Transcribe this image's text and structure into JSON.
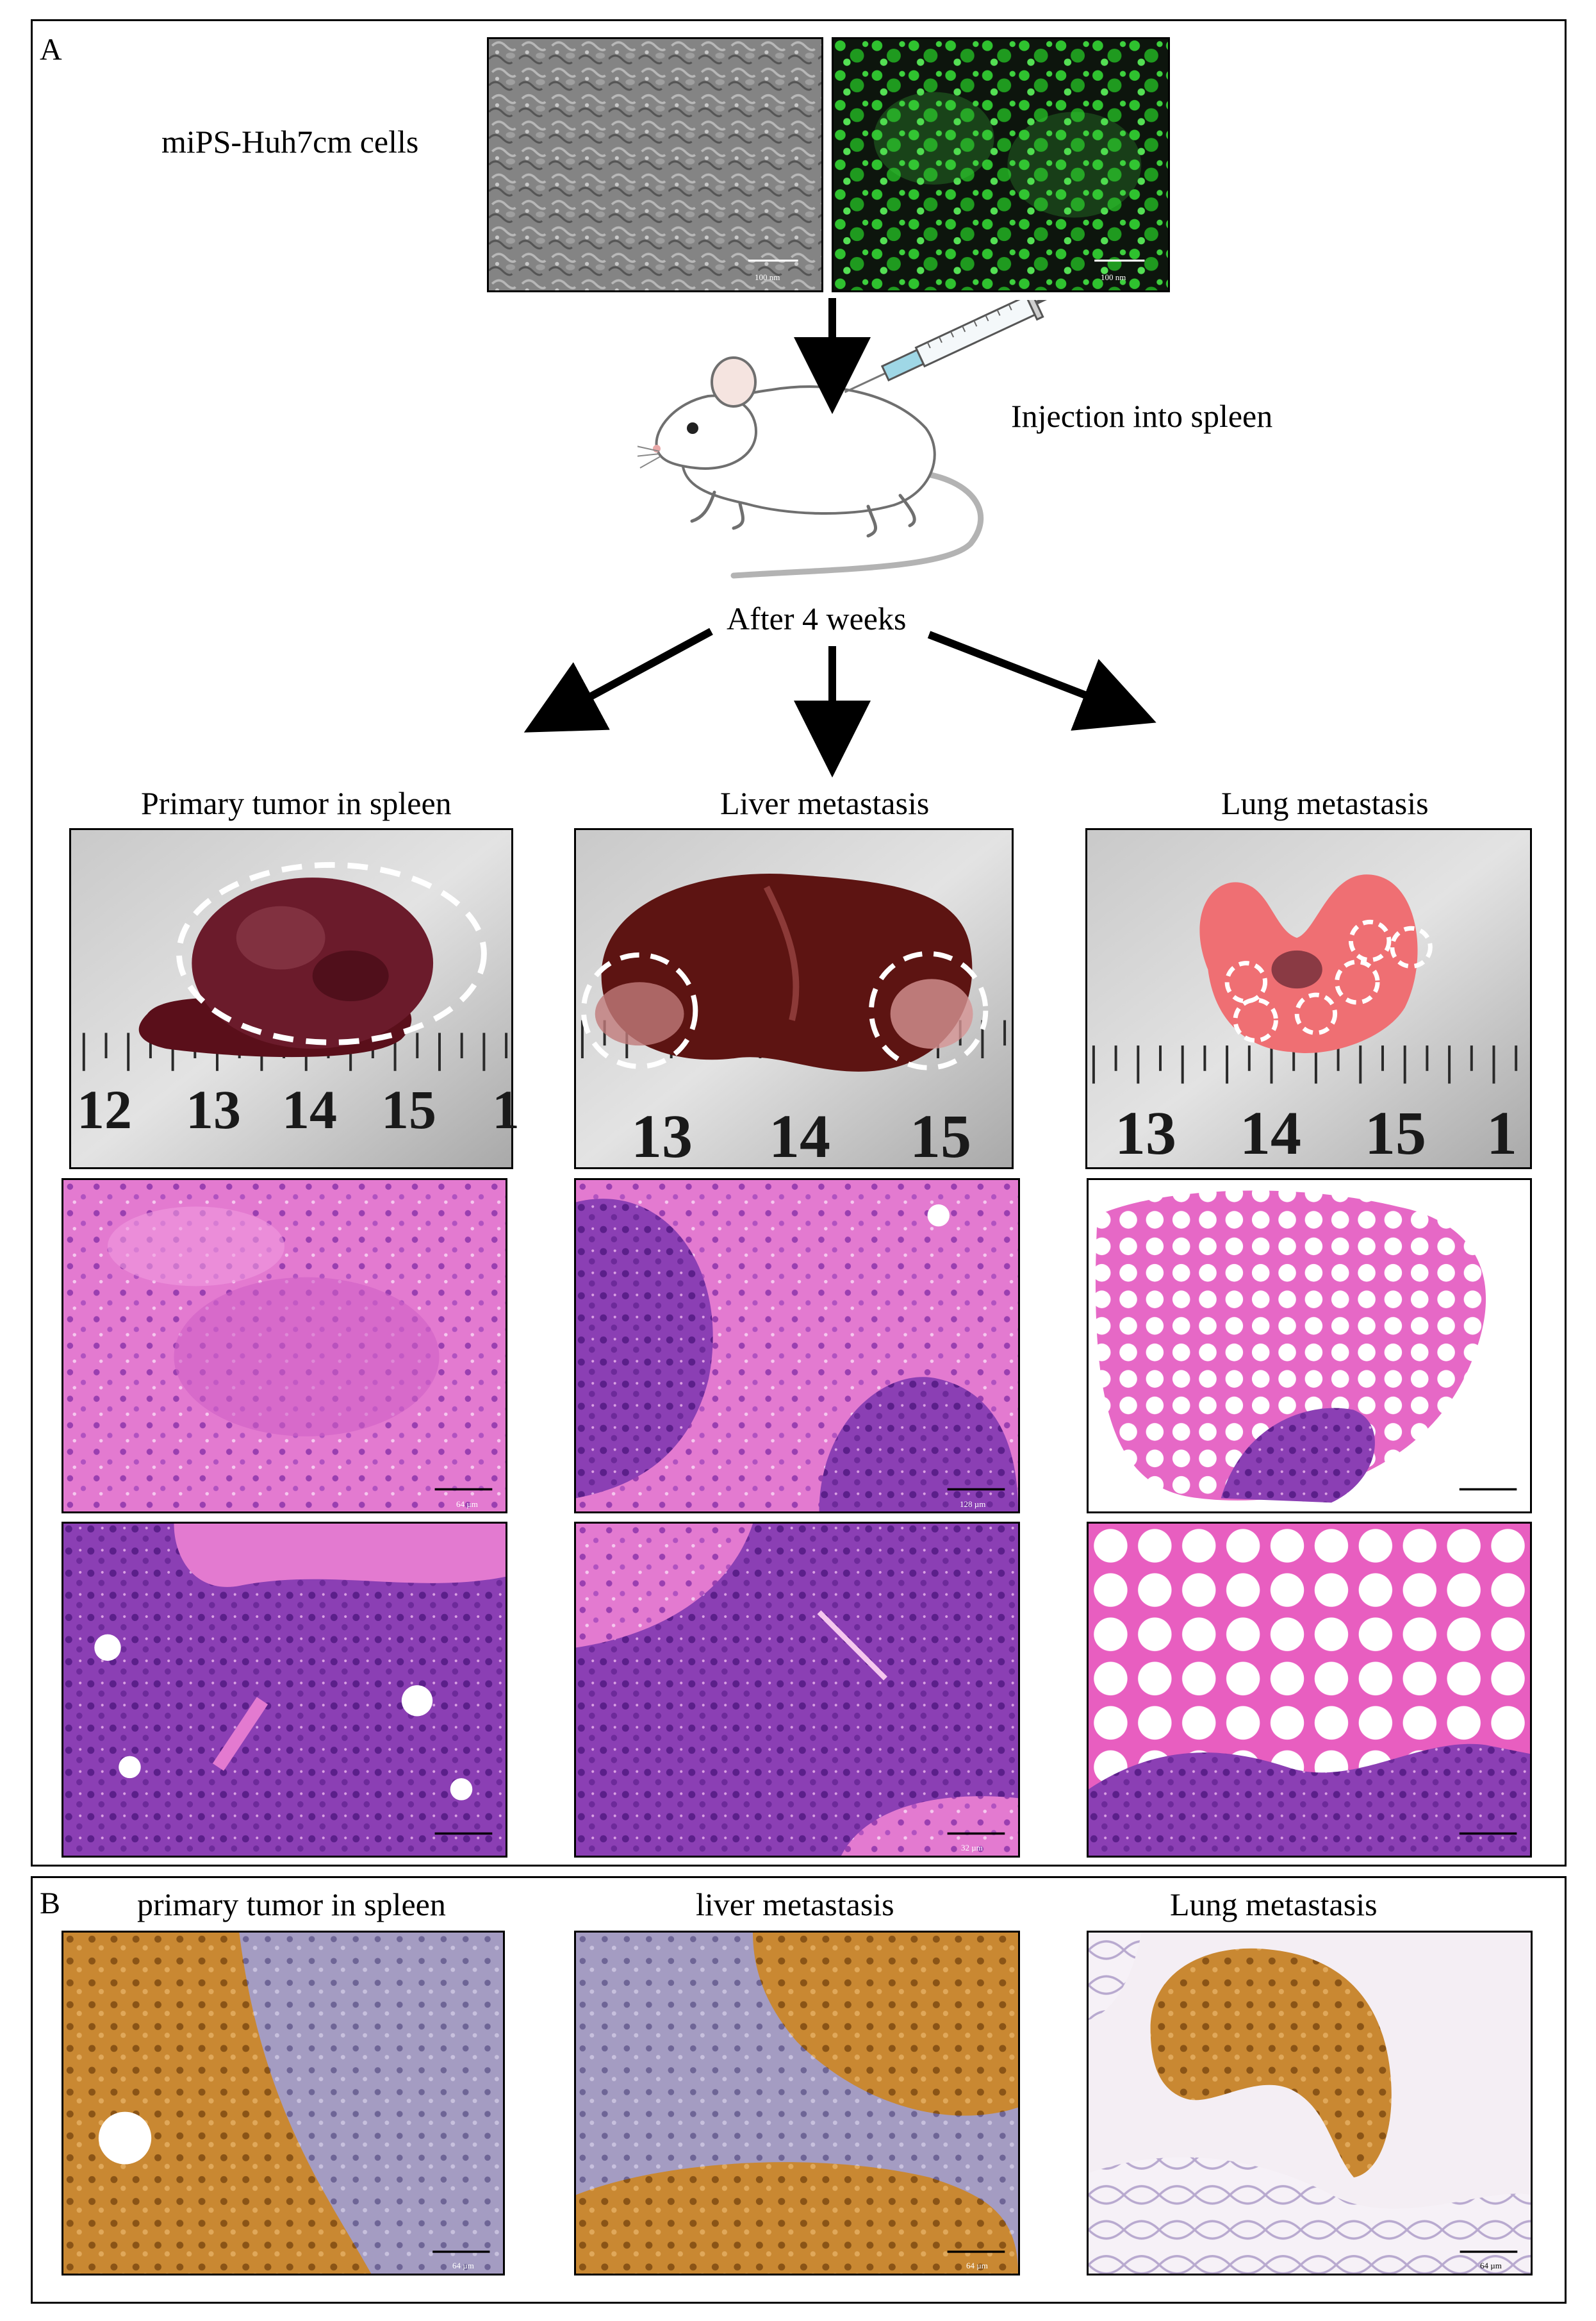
{
  "section_a": {
    "letter": "A",
    "cells_label": "miPS-Huh7cm cells",
    "scale_label_phase": "100 nm",
    "scale_label_fluorescence": "100 nm",
    "injection_label": "Injection into spleen",
    "timepoint_label": "After 4 weeks",
    "columns": [
      {
        "title": "Primary tumor in spleen",
        "ruler_numbers": [
          "12",
          "13",
          "14",
          "15",
          "1"
        ],
        "he_low_scale": "64 µm",
        "he_high_scale": ""
      },
      {
        "title": "Liver metastasis",
        "ruler_numbers": [
          "13",
          "14",
          "15"
        ],
        "he_low_scale": "128 µm",
        "he_high_scale": "32 µm"
      },
      {
        "title": "Lung metastasis",
        "ruler_numbers": [
          "13",
          "14",
          "15",
          "1"
        ],
        "he_low_scale": "",
        "he_high_scale": ""
      }
    ]
  },
  "section_b": {
    "letter": "B",
    "columns": [
      {
        "title": "primary tumor in spleen",
        "scale": "64 µm"
      },
      {
        "title": "liver metastasis",
        "scale": "64 µm"
      },
      {
        "title": "Lung metastasis",
        "scale": "64 µm"
      }
    ]
  },
  "colors": {
    "he_pink": "#e070c8",
    "he_purple": "#7a2fa8",
    "ihc_brown": "#b8741f",
    "ihc_blue": "#9c94bd",
    "fluorescence_green": "#3ed13e",
    "phase_gray": "#8a8a8a"
  }
}
